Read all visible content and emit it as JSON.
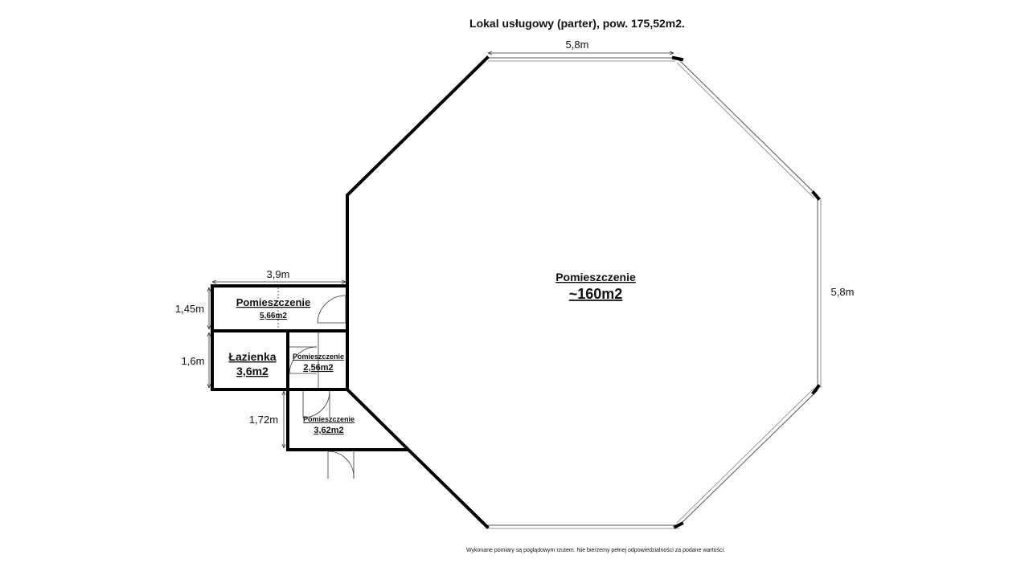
{
  "title": "Lokal usługowy (parter), pow. 175,52m2.",
  "dimensions": {
    "top_wall": "5,8m",
    "right_wall": "5,8m",
    "small_room_width": "3,9m",
    "small_room_height": "1,45m",
    "bathroom_height": "1,6m",
    "lower_room_height": "1,72m"
  },
  "rooms": {
    "main": {
      "name": "Pomieszczenie",
      "area": "~160m2"
    },
    "top_left": {
      "name": "Pomieszczenie",
      "area": "5,66m2"
    },
    "bathroom": {
      "name": "Łazienka",
      "area": "3,6m2"
    },
    "middle": {
      "name": "Pomieszczenie",
      "area": "2,56m2"
    },
    "bottom": {
      "name": "Pomieszczenie",
      "area": "3,62m2"
    }
  },
  "footer_note": "Wykonane pomiary są poglądowym rzutem. Nie bierzemy pełnej odpowiedzialności za podane wartości."
}
